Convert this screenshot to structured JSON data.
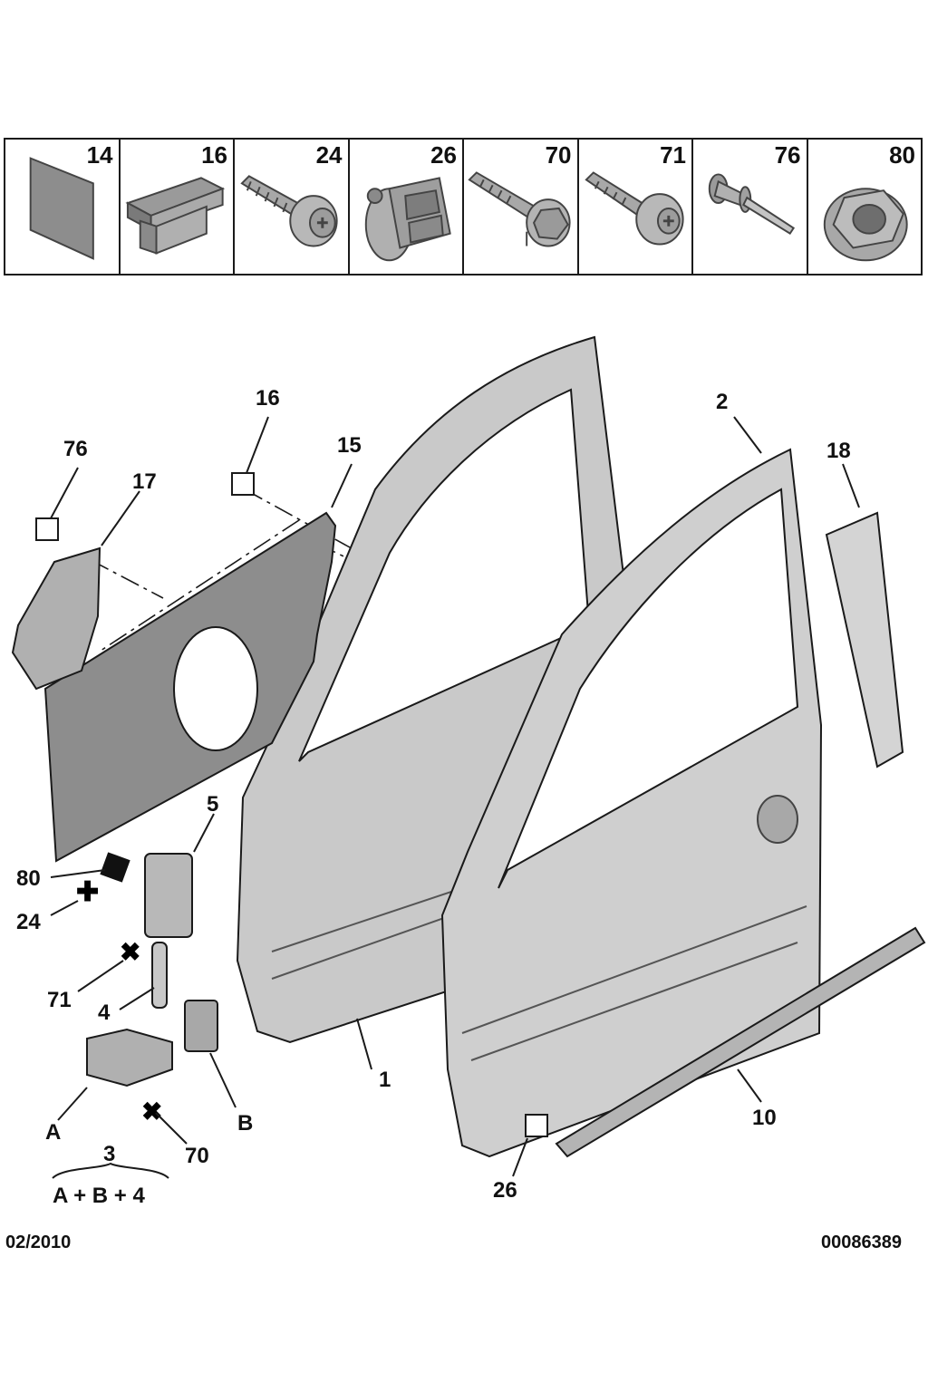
{
  "legend": [
    {
      "number": "14",
      "icon": "pad-icon"
    },
    {
      "number": "16",
      "icon": "clip-icon"
    },
    {
      "number": "24",
      "icon": "screw-icon"
    },
    {
      "number": "26",
      "icon": "fastener-icon"
    },
    {
      "number": "70",
      "icon": "bolt-icon"
    },
    {
      "number": "71",
      "icon": "torx-bolt-icon"
    },
    {
      "number": "76",
      "icon": "rivet-icon"
    },
    {
      "number": "80",
      "icon": "nut-icon"
    }
  ],
  "callouts": {
    "c16": "16",
    "c76": "76",
    "c17": "17",
    "c15": "15",
    "c2": "2",
    "c18": "18",
    "c5": "5",
    "c80": "80",
    "c24": "24",
    "c71": "71",
    "c4": "4",
    "c1": "1",
    "cA": "A",
    "cB": "B",
    "c3": "3",
    "c70": "70",
    "c10": "10",
    "c26": "26",
    "formula": "A + B + 4"
  },
  "footer": {
    "date": "02/2010",
    "reference": "00086389"
  },
  "colors": {
    "part_fill": "#b8b8b8",
    "panel_fill": "#8d8d8d",
    "line": "#1a1a1a"
  }
}
